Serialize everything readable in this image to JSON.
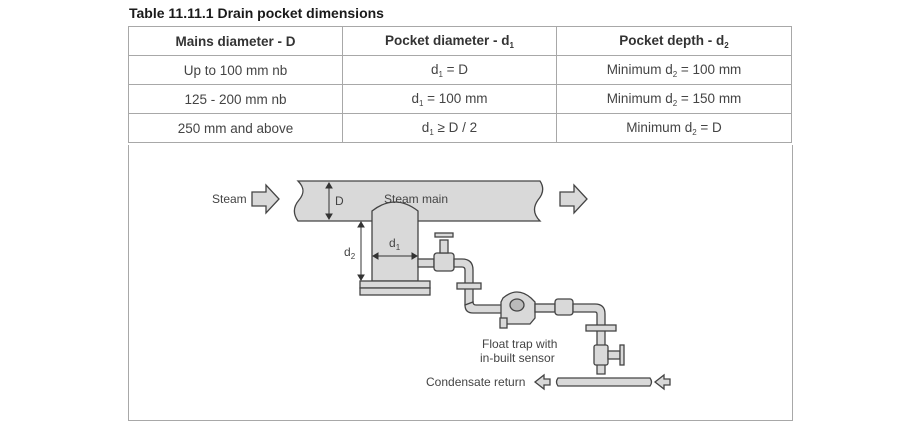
{
  "title": "Table 11.11.1  Drain pocket dimensions",
  "table": {
    "headers": [
      {
        "text": "Mains diameter - D",
        "sub": ""
      },
      {
        "text": "Pocket diameter - d",
        "sub": "1"
      },
      {
        "text": "Pocket depth - d",
        "sub": "2"
      }
    ],
    "rows": [
      {
        "mains": "Up to 100 mm nb",
        "pocket_d": "d",
        "pocket_sub": "1",
        "pocket_rest": " = D",
        "depth_pre": "Minimum d",
        "depth_sub": "2",
        "depth_rest": " = 100 mm"
      },
      {
        "mains": "125 - 200 mm nb",
        "pocket_d": "d",
        "pocket_sub": "1",
        "pocket_rest": " = 100 mm",
        "depth_pre": "Minimum d",
        "depth_sub": "2",
        "depth_rest": " = 150 mm"
      },
      {
        "mains": "250 mm and above",
        "pocket_d": "d",
        "pocket_sub": "1",
        "pocket_rest": " ≥ D / 2",
        "depth_pre": "Minimum d",
        "depth_sub": "2",
        "depth_rest": " = D"
      }
    ]
  },
  "diagram": {
    "labels": {
      "steam": "Steam",
      "steam_main": "Steam main",
      "D": "D",
      "d1": "d",
      "d1_sub": "1",
      "d2": "d",
      "d2_sub": "2",
      "trap_line1": "Float trap with",
      "trap_line2": "in-built sensor",
      "condensate": "Condensate return"
    },
    "colors": {
      "pipe_fill": "#d9d9d9",
      "stroke": "#444444"
    }
  }
}
